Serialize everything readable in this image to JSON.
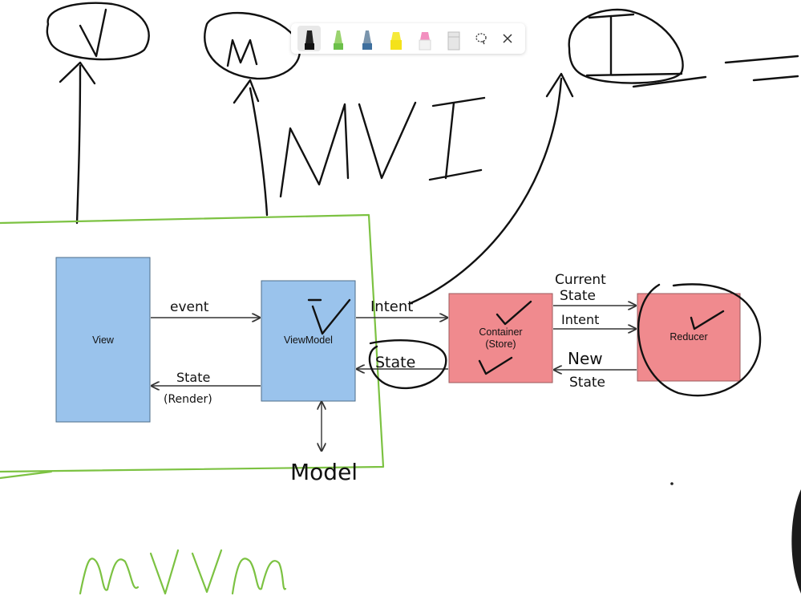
{
  "diagram": {
    "title_mvi": "MVI",
    "title_mvvm": "mvvm",
    "top_letters": [
      "V",
      "M",
      "I"
    ],
    "boxes": {
      "view": {
        "label": "View",
        "color": "#9ac3ec"
      },
      "viewmodel": {
        "label": "ViewModel",
        "color": "#9ac3ec"
      },
      "container": {
        "label_line1": "Container",
        "label_line2": "(Store)",
        "color": "#f08a8e"
      },
      "reducer": {
        "label": "Reducer",
        "color": "#f08a8e"
      }
    },
    "arrow_labels": {
      "event": "event",
      "state_render_1": "State",
      "state_render_2": "(Render)",
      "intent_vm": "Intent",
      "state_vm": "State",
      "current_state_1": "Current",
      "current_state_2": "State",
      "intent_reducer": "Intent",
      "new_state_1": "New",
      "new_state_2": "State",
      "model": "Model"
    },
    "colors": {
      "ink": "#111111",
      "highlight_green": "#7cc242"
    }
  },
  "toolbar": {
    "tools": [
      {
        "name": "black-pen",
        "color": "#111111"
      },
      {
        "name": "green-pen",
        "color": "#6cc04a"
      },
      {
        "name": "blue-pen",
        "color": "#3e6f9e"
      },
      {
        "name": "yellow-highlighter",
        "color": "#f6ea3a"
      },
      {
        "name": "pink-highlighter",
        "color": "#f07ab0"
      },
      {
        "name": "eraser",
        "color": "#cfcfcf"
      }
    ],
    "lasso_icon": "lasso-icon",
    "close_icon": "close-icon"
  }
}
